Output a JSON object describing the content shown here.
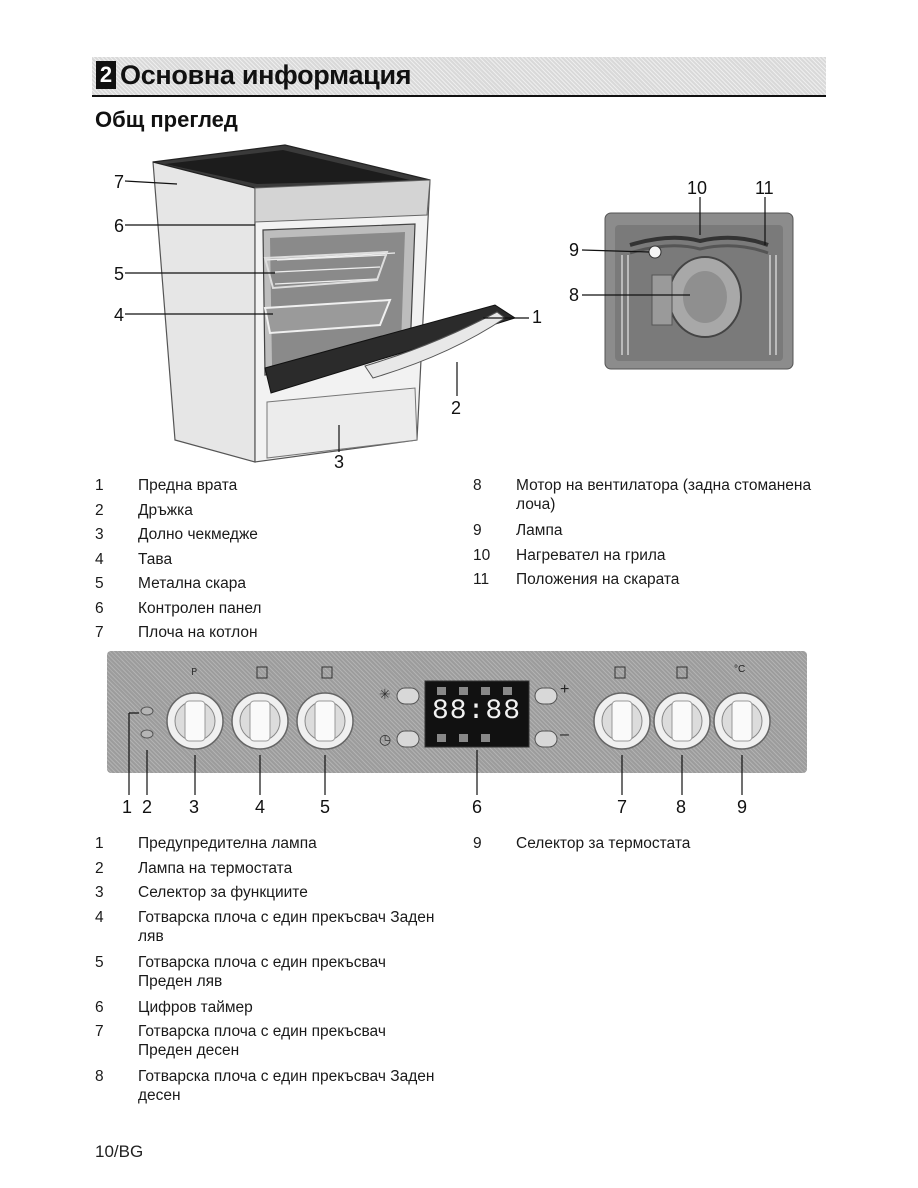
{
  "header": {
    "section_number": "2",
    "section_title": "Основна информация"
  },
  "subtitle": "Общ преглед",
  "oven_callouts": [
    "1",
    "2",
    "3",
    "4",
    "5",
    "6",
    "7"
  ],
  "interior_callouts": [
    "8",
    "9",
    "10",
    "11"
  ],
  "overview_list_left": [
    {
      "num": "1",
      "text": "Предна врата"
    },
    {
      "num": "2",
      "text": "Дръжка"
    },
    {
      "num": "3",
      "text": "Долно чекмедже"
    },
    {
      "num": "4",
      "text": "Тава"
    },
    {
      "num": "5",
      "text": "Метална скара"
    },
    {
      "num": "6",
      "text": "Контролен панел"
    },
    {
      "num": "7",
      "text": "Плоча на котлон"
    }
  ],
  "overview_list_right": [
    {
      "num": "8",
      "text": "Мотор на вентилатора (задна стоманена лоча)"
    },
    {
      "num": "9",
      "text": "Лампа"
    },
    {
      "num": "10",
      "text": "Нагревател на грила"
    },
    {
      "num": "11",
      "text": "Положения на скарата"
    }
  ],
  "panel_display": "88:88",
  "panel_plus": "+",
  "panel_minus": "–",
  "panel_thermostat_unit": "°C",
  "panel_callouts": [
    "1",
    "2",
    "3",
    "4",
    "5",
    "6",
    "7",
    "8",
    "9"
  ],
  "panel_list_left": [
    {
      "num": "1",
      "text": "Предупредителна лампа"
    },
    {
      "num": "2",
      "text": "Лампа на термостата"
    },
    {
      "num": "3",
      "text": "Селектор за функциите"
    },
    {
      "num": "4",
      "text": "Готварска плоча с един прекъсвач Заден ляв"
    },
    {
      "num": "5",
      "text": "Готварска плоча с един прекъсвач Преден ляв"
    },
    {
      "num": "6",
      "text": "Цифров таймер"
    },
    {
      "num": "7",
      "text": "Готварска плоча с един прекъсвач Преден десен"
    },
    {
      "num": "8",
      "text": "Готварска плоча с един прекъсвач Заден десен"
    }
  ],
  "panel_list_right": [
    {
      "num": "9",
      "text": "Селектор за термостата"
    }
  ],
  "footer": "10/BG"
}
